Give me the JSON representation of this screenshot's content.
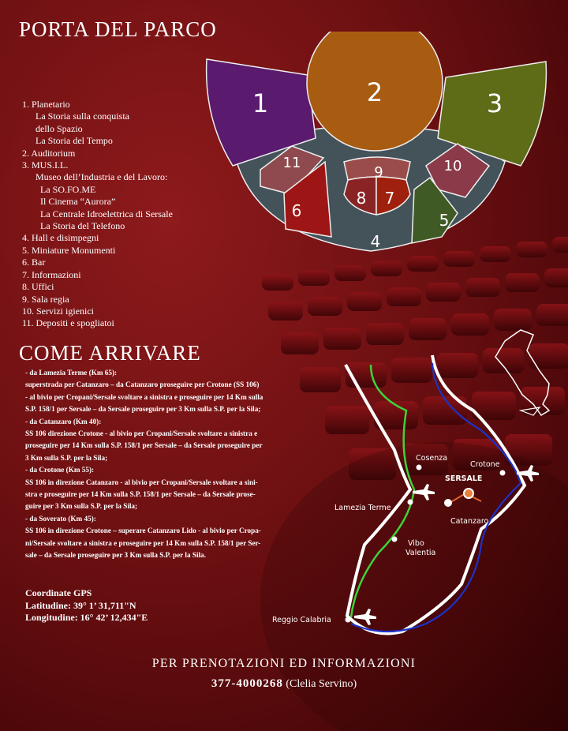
{
  "title": "PORTA DEL PARCO",
  "legend": [
    {
      "text": "1. Planetario",
      "level": 0
    },
    {
      "text": "La Storia sulla conquista",
      "level": 1
    },
    {
      "text": "dello Spazio",
      "level": 1
    },
    {
      "text": "La Storia del Tempo",
      "level": 1
    },
    {
      "text": "2. Auditorium",
      "level": 0
    },
    {
      "text": "3. MUS.I.L.",
      "level": 0
    },
    {
      "text": "Museo dell’Industria e del Lavoro:",
      "level": 1
    },
    {
      "text": "La SO.FO.ME",
      "level": 2
    },
    {
      "text": "Il Cinema “Aurora”",
      "level": 2
    },
    {
      "text": "La Centrale Idroelettrica di Sersale",
      "level": 2
    },
    {
      "text": "La Storia del Telefono",
      "level": 2
    },
    {
      "text": "4. Hall e disimpegni",
      "level": 0
    },
    {
      "text": "5. Miniature Monumenti",
      "level": 0
    },
    {
      "text": "6. Bar",
      "level": 0
    },
    {
      "text": "7. Informazioni",
      "level": 0
    },
    {
      "text": "8. Uffici",
      "level": 0
    },
    {
      "text": "9. Sala regia",
      "level": 0
    },
    {
      "text": "10. Servizi igienici",
      "level": 0
    },
    {
      "text": "11. Depositi e spogliatoi",
      "level": 0
    }
  ],
  "floorplan": {
    "labels": {
      "r1": "1",
      "r2": "2",
      "r3": "3",
      "r4": "4",
      "r5": "5",
      "r6": "6",
      "r7": "7",
      "r8": "8",
      "r9": "9",
      "r10": "10",
      "r11": "11"
    },
    "colors": {
      "planetario": "#5a1a6e",
      "auditorium": "#a85c12",
      "musil": "#5e6b17",
      "hall": "#44525a",
      "miniature": "#3f5a25",
      "bar": "#9e1515",
      "info": "#a0200e",
      "uffici": "#8a2424",
      "regia": "#9a4c4a",
      "servizi": "#8a3a48",
      "depositi": "#8e4a4e"
    }
  },
  "arrivare": {
    "title": "COME ARRIVARE",
    "lines": [
      "- da Lamezia Terme (Km 65):",
      "superstrada per Catanzaro – da Catanzaro proseguire per Crotone (SS 106)",
      "- al bivio per Cropani/Sersale svoltare a sinistra e proseguire per 14 Km sulla",
      "S.P. 158/1 per Sersale – da Sersale proseguire per 3 Km sulla S.P. per la Sila;",
      "- da Catanzaro (Km 40):",
      "SS 106 direzione Crotone - al bivio per Cropani/Sersale svoltare a sinistra e",
      "proseguire per 14 Km sulla S.P. 158/1 per Sersale – da Sersale proseguire per",
      "3 Km sulla S.P. per la Sila;",
      "- da Crotone (Km 55):",
      "SS 106 in direzione Catanzaro - al bivio per Cropani/Sersale svoltare a sini-",
      "stra e proseguire per 14 Km sulla S.P. 158/1 per Sersale – da Sersale prose-",
      "guire per 3 Km sulla S.P. per la Sila;",
      "- da Soverato (Km 45):",
      "SS 106 in direzione Crotone – superare Catanzaro Lido - al bivio per Cropa-",
      "ni/Sersale svoltare a sinistra e proseguire per 14 Km sulla S.P. 158/1 per Ser-",
      "sale – da Sersale proseguire per 3 Km sulla S.P. per la Sila."
    ]
  },
  "gps": {
    "title": "Coordinate GPS",
    "lat": "Latitudine:  39° 1’ 31,711\"N",
    "lon": "Longitudine:  16° 42’ 12,434\"E"
  },
  "map": {
    "cosenza": "Cosenza",
    "crotone": "Crotone",
    "sersale": "SERSALE",
    "lamezia": "Lamezia Terme",
    "catanzaro": "Catanzaro",
    "vibo1": "Vibo",
    "vibo2": "Valentia",
    "reggio": "Reggio Calabria"
  },
  "contact": {
    "prenot": "PER PRENOTAZIONI ED INFORMAZIONI",
    "phone": "377-4000268",
    "name": "(Clelia Servino)"
  }
}
